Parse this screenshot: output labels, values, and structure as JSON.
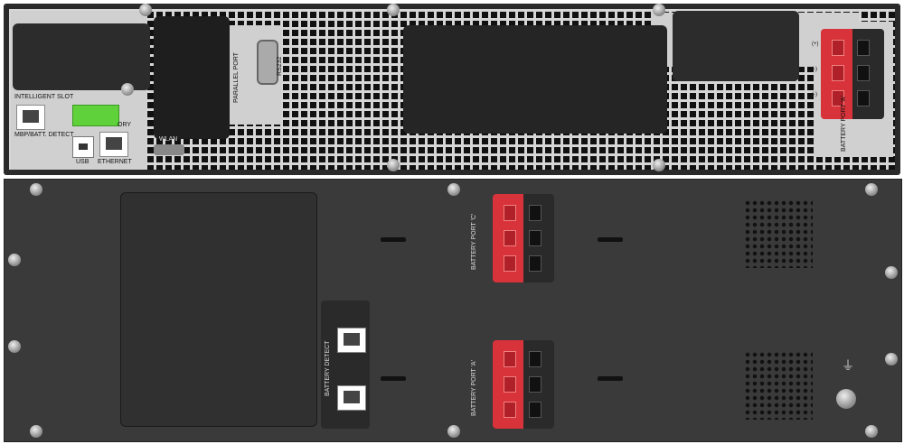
{
  "top_panel": {
    "intelligent_slot": "INTELLIGENT SLOT",
    "mbp_batt_detect": "MBP/BATT. DETECT",
    "accessory_partial": "ORY",
    "usb": "USB",
    "ethernet": "ETHERNET",
    "wlan": "WLAN",
    "parallel_port": "PARALLEL PORT",
    "rs232": "RS232",
    "battery_port_a": "BATTERY PORT 'A'",
    "polarity": [
      "(+)",
      "(-)",
      "(-)"
    ]
  },
  "bottom_panel": {
    "battery_port_c": "BATTERY PORT 'C'",
    "battery_port_a": "BATTERY PORT 'A'",
    "battery_detect": "BATTERY DETECT",
    "ground_symbol": "⏚"
  },
  "colors": {
    "connector_red": "#d8323a",
    "terminal_green": "#5fd13a"
  }
}
